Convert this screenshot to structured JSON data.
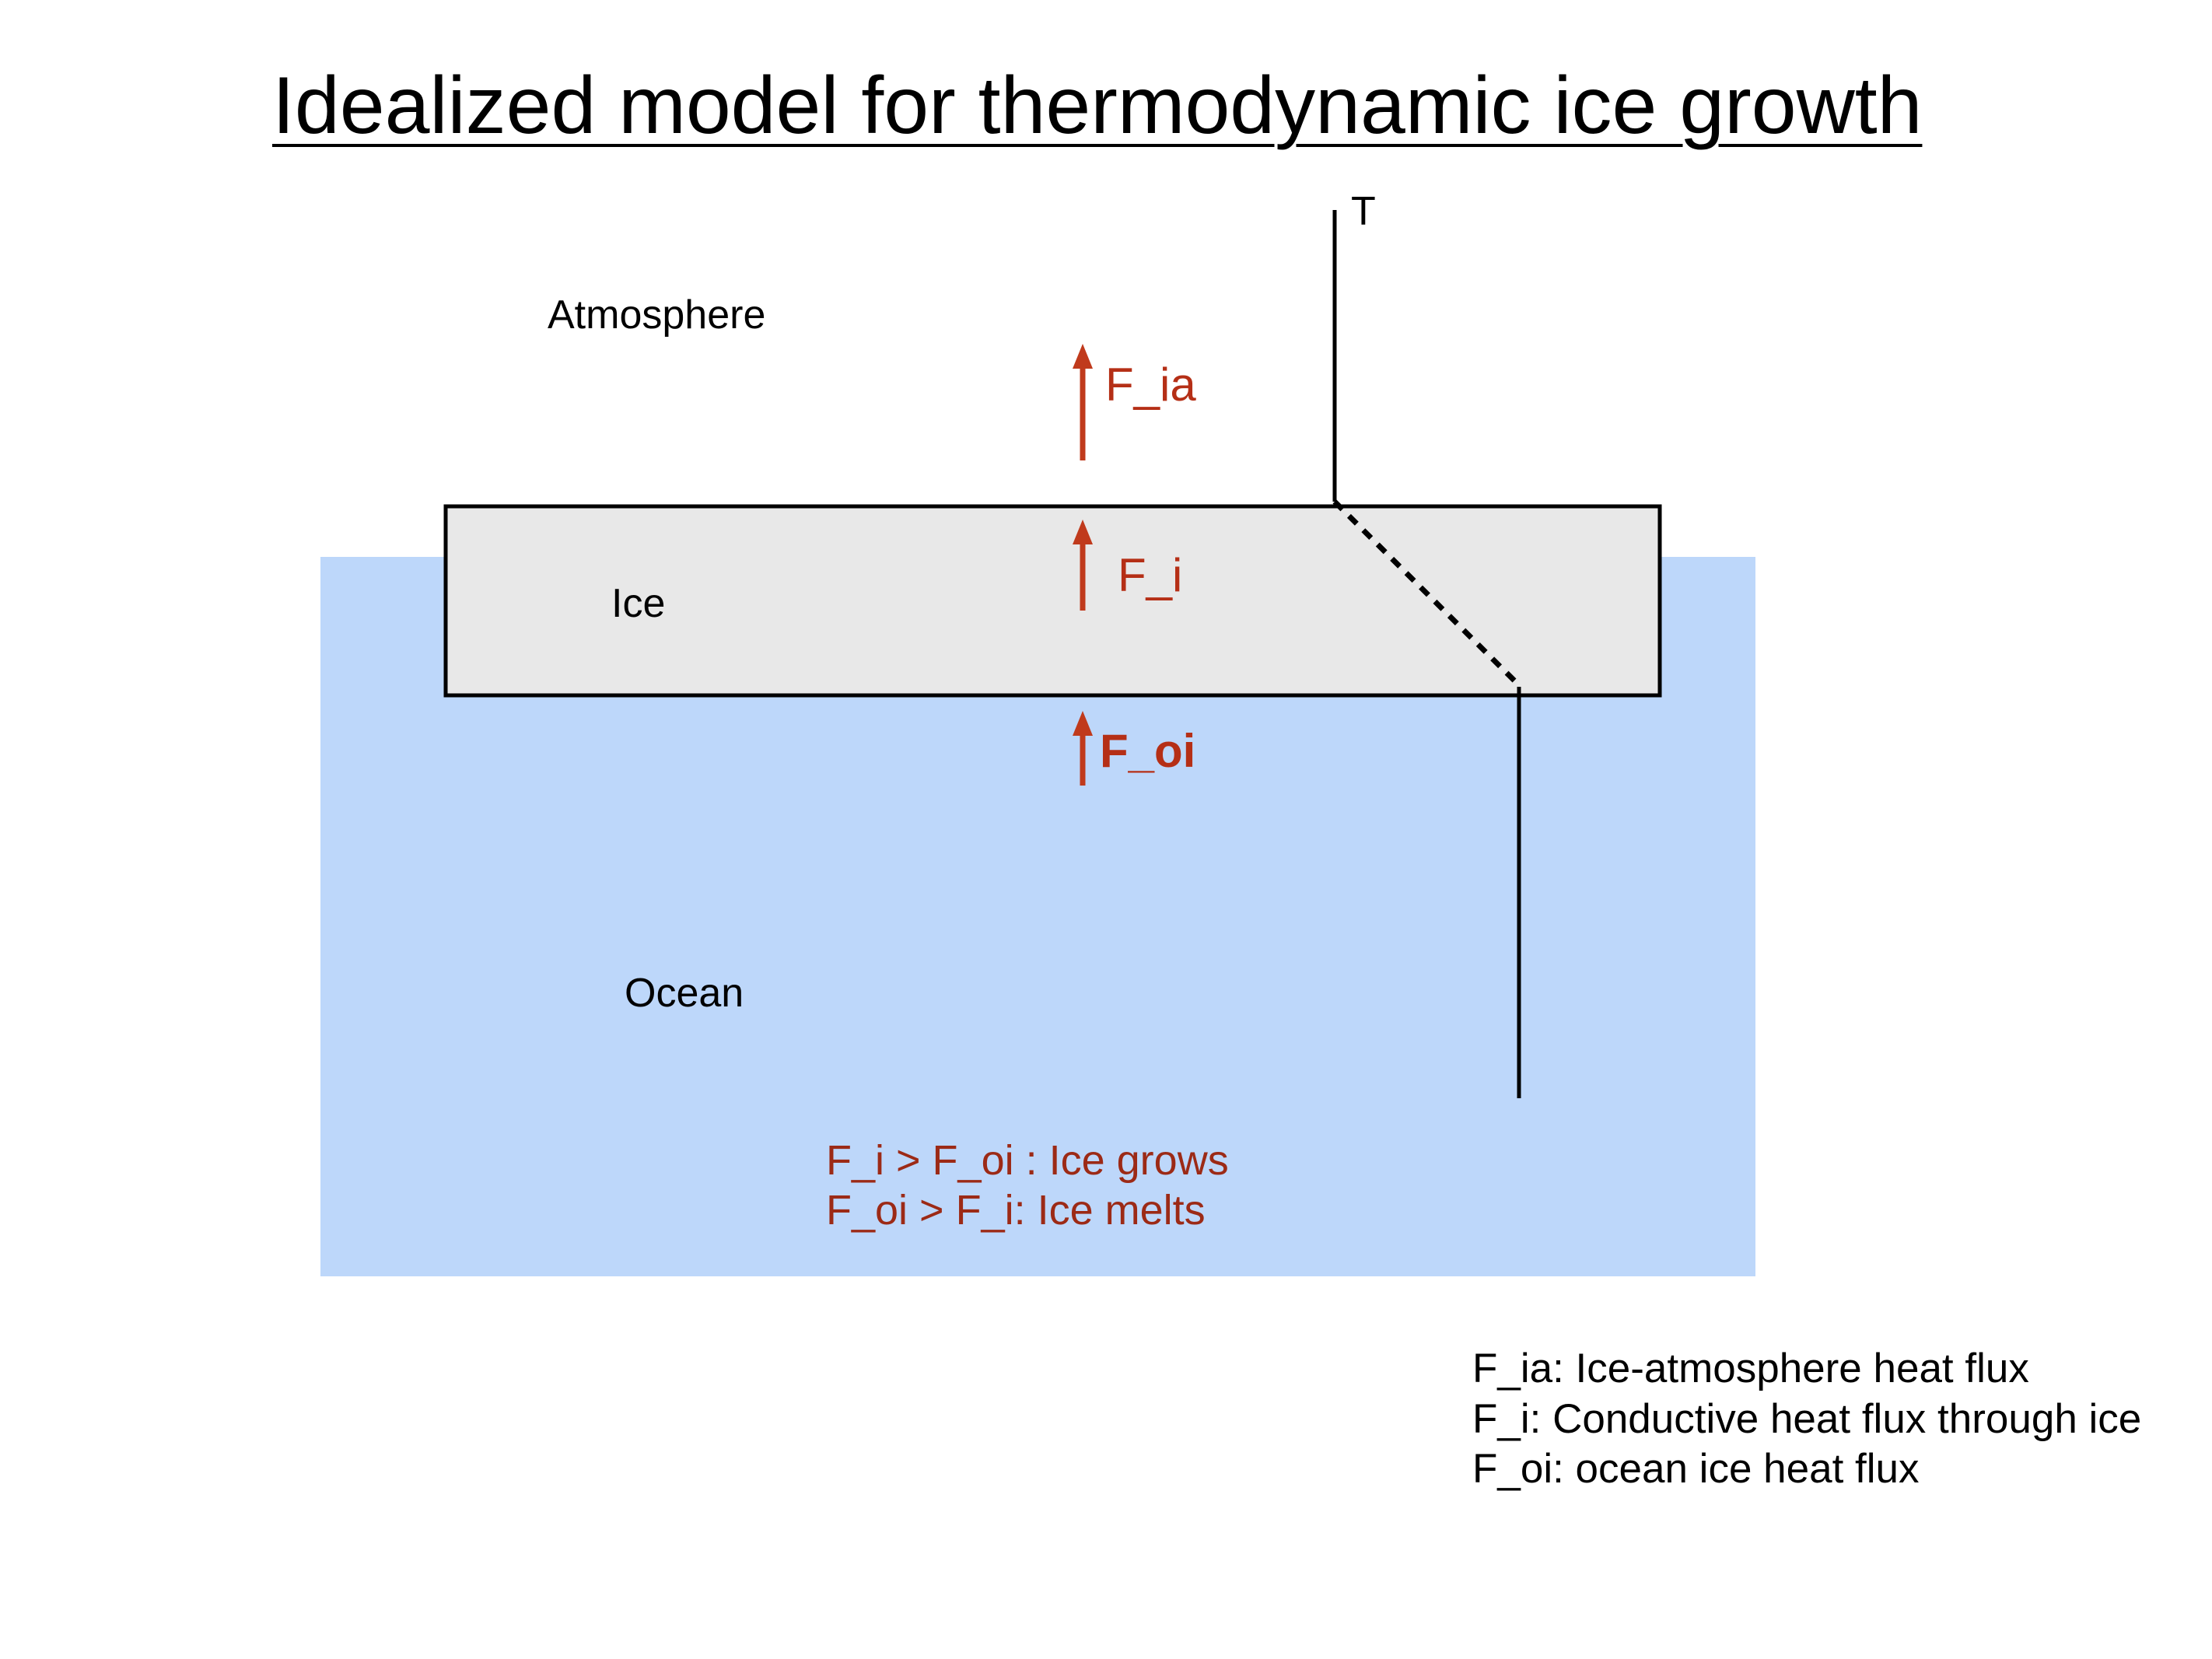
{
  "title": "Idealized model for thermodynamic ice growth",
  "regions": {
    "atmosphere": "Atmosphere",
    "ice": "Ice",
    "ocean": "Ocean"
  },
  "axis": {
    "temperature_label": "T"
  },
  "fluxes": {
    "ice_atmosphere": "F_ia",
    "conductive": "F_i",
    "ocean_ice": "F_oi"
  },
  "conditions": [
    "F_i > F_oi : Ice grows",
    "F_oi > F_i: Ice melts"
  ],
  "legend": [
    "F_ia: Ice-atmosphere heat flux",
    "F_i: Conductive heat flux through ice",
    "F_oi: ocean ice heat flux"
  ],
  "colors": {
    "ocean": "#bdd7fa",
    "ice": "#e8e8e8",
    "flux_arrow": "#c03a1c",
    "flux_text": "#b52f16",
    "condition_text": "#9c2a16",
    "line": "#000000"
  },
  "icons": {
    "flux_arrow": "up-arrow"
  }
}
